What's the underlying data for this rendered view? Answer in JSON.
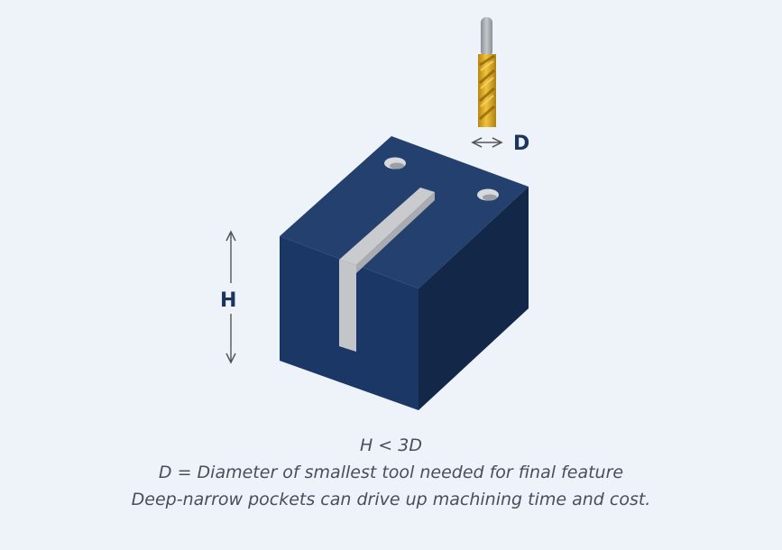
{
  "diagram": {
    "labels": {
      "diameter": "D",
      "height": "H"
    },
    "caption": {
      "line1": "H < 3D",
      "line2": "D = Diameter of smallest tool needed for final feature",
      "line3": "Deep-narrow pockets can drive up machining time and cost."
    },
    "colors": {
      "background": "#eef3fa",
      "block_top": "#24406e",
      "block_front": "#1b3766",
      "block_side": "#132748",
      "slot": "#c7c9cc",
      "tool_flutes": "#d6a520",
      "tool_shank": "#9ea3a8",
      "arrow": "#555555",
      "label": "#1c3560"
    },
    "icons": [
      "end-mill-icon",
      "double-arrow-horizontal-icon",
      "double-arrow-vertical-icon"
    ]
  }
}
